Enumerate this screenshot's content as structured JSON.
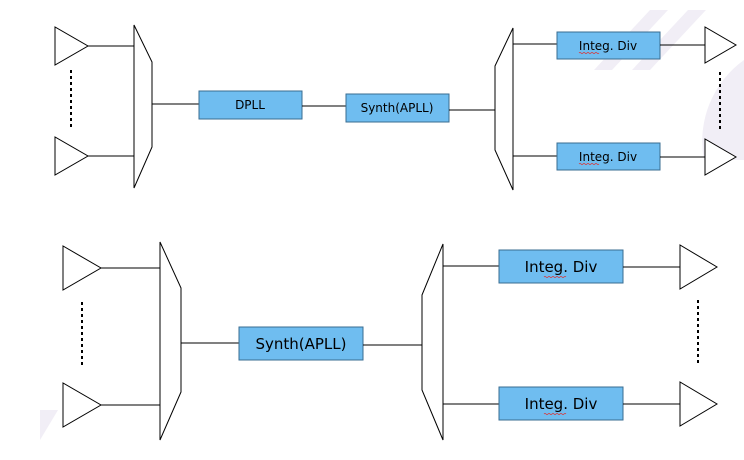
{
  "top": {
    "dpll_label": "DPLL",
    "synth_label": "Synth(APLL)",
    "div1_label": "Integ. Div",
    "div2_label": "Integ. Div"
  },
  "bottom": {
    "synth_label": "Synth(APLL)",
    "div1_label": "Integ. Div",
    "div2_label": "Integ. Div"
  },
  "colors": {
    "block_fill": "#6fbdf0",
    "block_border": "#3a6d91",
    "watermark": "#f1eef6"
  },
  "icons": [
    "input-buffer-icon",
    "output-buffer-icon",
    "mux-icon",
    "demux-icon"
  ]
}
